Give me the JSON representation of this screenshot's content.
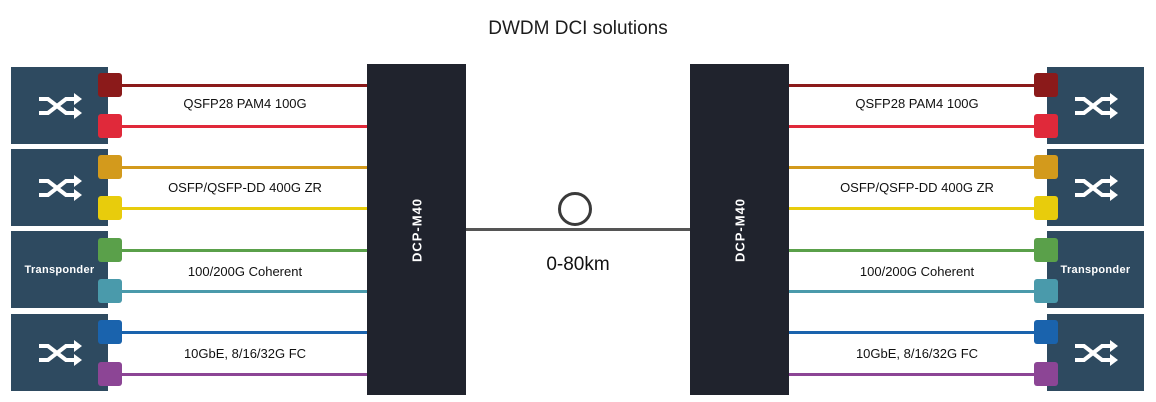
{
  "title": "DWDM DCI solutions",
  "mux_label": "DCP-M40",
  "distance": "0-80km",
  "device_label": "Transponder",
  "groups": [
    {
      "label": "QSFP28 PAM4 100G",
      "device": "switch"
    },
    {
      "label": "OSFP/QSFP-DD 400G ZR",
      "device": "switch"
    },
    {
      "label": "100/200G Coherent",
      "device": "transponder"
    },
    {
      "label": "10GbE, 8/16/32G FC",
      "device": "switch"
    }
  ],
  "channel_colors": [
    "#8b1a1a",
    "#e0293a",
    "#d39a1c",
    "#e8cc0c",
    "#5aa04a",
    "#4a9aab",
    "#1a63ad",
    "#8c4595"
  ],
  "colors": {
    "device": "#2e4a60",
    "mux": "#20232d",
    "trunk": "#555555"
  }
}
